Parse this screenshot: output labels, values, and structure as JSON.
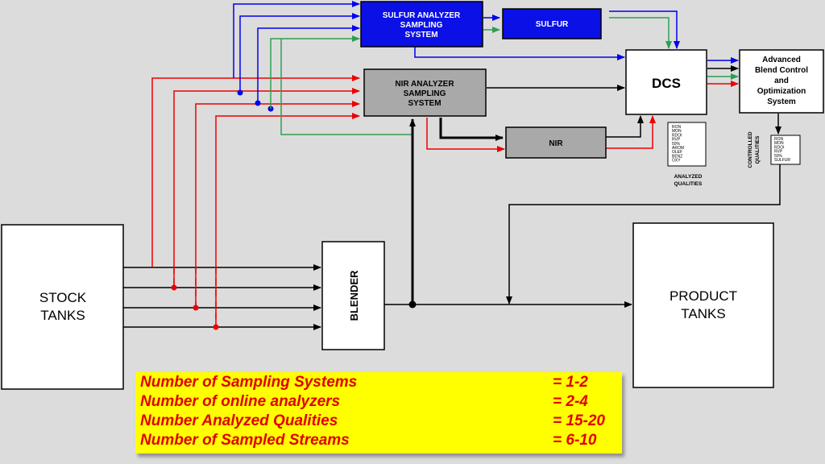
{
  "colors": {
    "background": "#dcdcdc",
    "blue_flow": "#0000ee",
    "red_flow": "#ee0000",
    "green_flow": "#2e9e4f",
    "black_flow": "#000000",
    "highlight": "#ffff00",
    "box_gray": "#a9a9a9",
    "box_blue": "#0a10e6"
  },
  "blocks": {
    "stock_tanks": [
      "STOCK",
      "TANKS"
    ],
    "product_tanks": [
      "PRODUCT",
      "TANKS"
    ],
    "blender": "BLENDER",
    "sulfur_analyzer": [
      "SULFUR ANALYZER",
      "SAMPLING",
      "SYSTEM"
    ],
    "sulfur": "SULFUR",
    "nir_analyzer": [
      "NIR ANALYZER",
      "SAMPLING",
      "SYSTEM"
    ],
    "nir": "NIR",
    "dcs": "DCS",
    "advanced": [
      "Advanced",
      "Blend Control",
      "and",
      "Optimization",
      "System"
    ]
  },
  "analyzed_qualities": {
    "items": [
      "RON",
      "MON",
      "RDOI",
      "RVP",
      "50%",
      "AROM",
      "OLEF",
      "BENZ",
      "OXY"
    ],
    "caption": [
      "ANALYZED",
      "QUALITIES"
    ]
  },
  "controlled_qualities": {
    "items": [
      "RON",
      "MON",
      "RDOI",
      "RVP",
      "50%",
      "SULFUR"
    ],
    "caption": [
      "CONTROLLED",
      "QUALITIES"
    ]
  },
  "summary": [
    {
      "label": "Number of Sampling Systems",
      "value": "= 1-2"
    },
    {
      "label": "Number of online analyzers",
      "value": "= 2-4"
    },
    {
      "label": "Number Analyzed Qualities",
      "value": "= 15-20"
    },
    {
      "label": "Number of Sampled Streams",
      "value": "= 6-10"
    }
  ]
}
